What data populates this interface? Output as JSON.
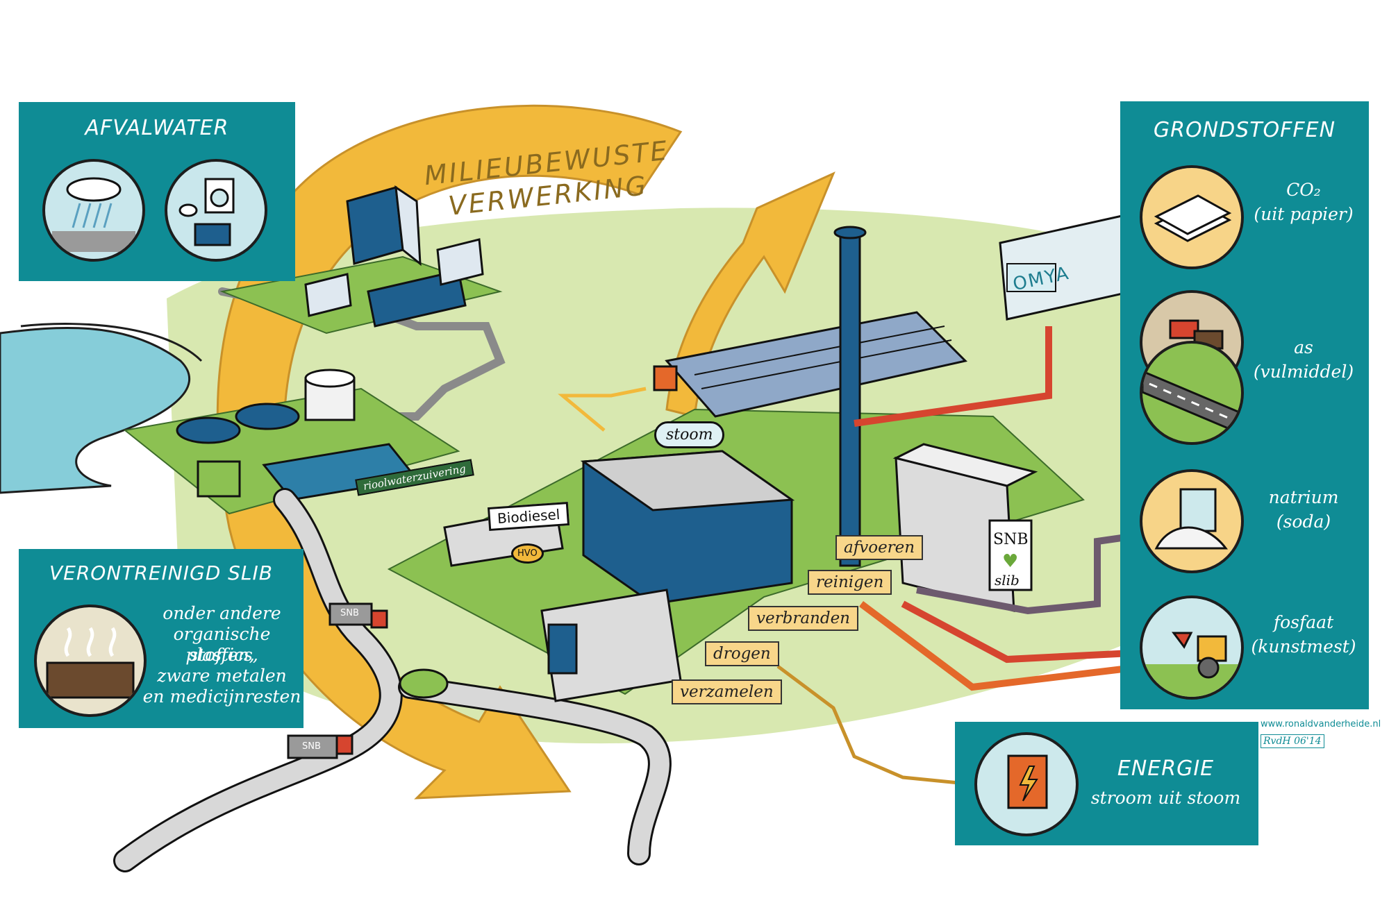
{
  "cycle_title": [
    "MILIEUBEWUSTE",
    "VERWERKING"
  ],
  "afvalwater": {
    "title": "AFVALWATER"
  },
  "slib": {
    "title": "VERONTREINIGD SLIB",
    "lines": [
      "onder andere",
      "organische stoffen,",
      "plastics,",
      "zware metalen",
      "en medicijnresten"
    ]
  },
  "grondstoffen": {
    "title": "GRONDSTOFFEN",
    "items": [
      {
        "line1": "CO₂",
        "line2": "(uit papier)"
      },
      {
        "line1": "as",
        "line2": "(vulmiddel)"
      },
      {
        "line1": "natrium",
        "line2": "(soda)"
      },
      {
        "line1": "fosfaat",
        "line2": "(kunstmest)"
      }
    ]
  },
  "energie": {
    "title": "ENERGIE",
    "subtitle": "stroom uit stoom"
  },
  "steps": {
    "afvoeren": "afvoeren",
    "reinigen": "reinigen",
    "verbranden": "verbranden",
    "drogen": "drogen",
    "verzamelen": "verzamelen"
  },
  "labels": {
    "stoom": "stoom",
    "biodiesel": "Biodiesel",
    "hvo": "HVO",
    "rwzi": "rioolwaterzuivering",
    "omya": "OMYA",
    "snb": "SNB",
    "slib": "slib",
    "truck_logo": "SNB"
  },
  "credit": {
    "site": "www.ronaldvanderheide.nl",
    "signature": "RvdH 06'14"
  },
  "colors": {
    "teal": "#0f8c95",
    "arrow_yellow": "#f2b93b",
    "grass": "#cfe2a3",
    "field_green": "#8cc152",
    "building_blue": "#1e5f8e",
    "label_fill": "#f8d68a",
    "pipe_red": "#d6452f",
    "pipe_purple": "#6d5a6e"
  }
}
